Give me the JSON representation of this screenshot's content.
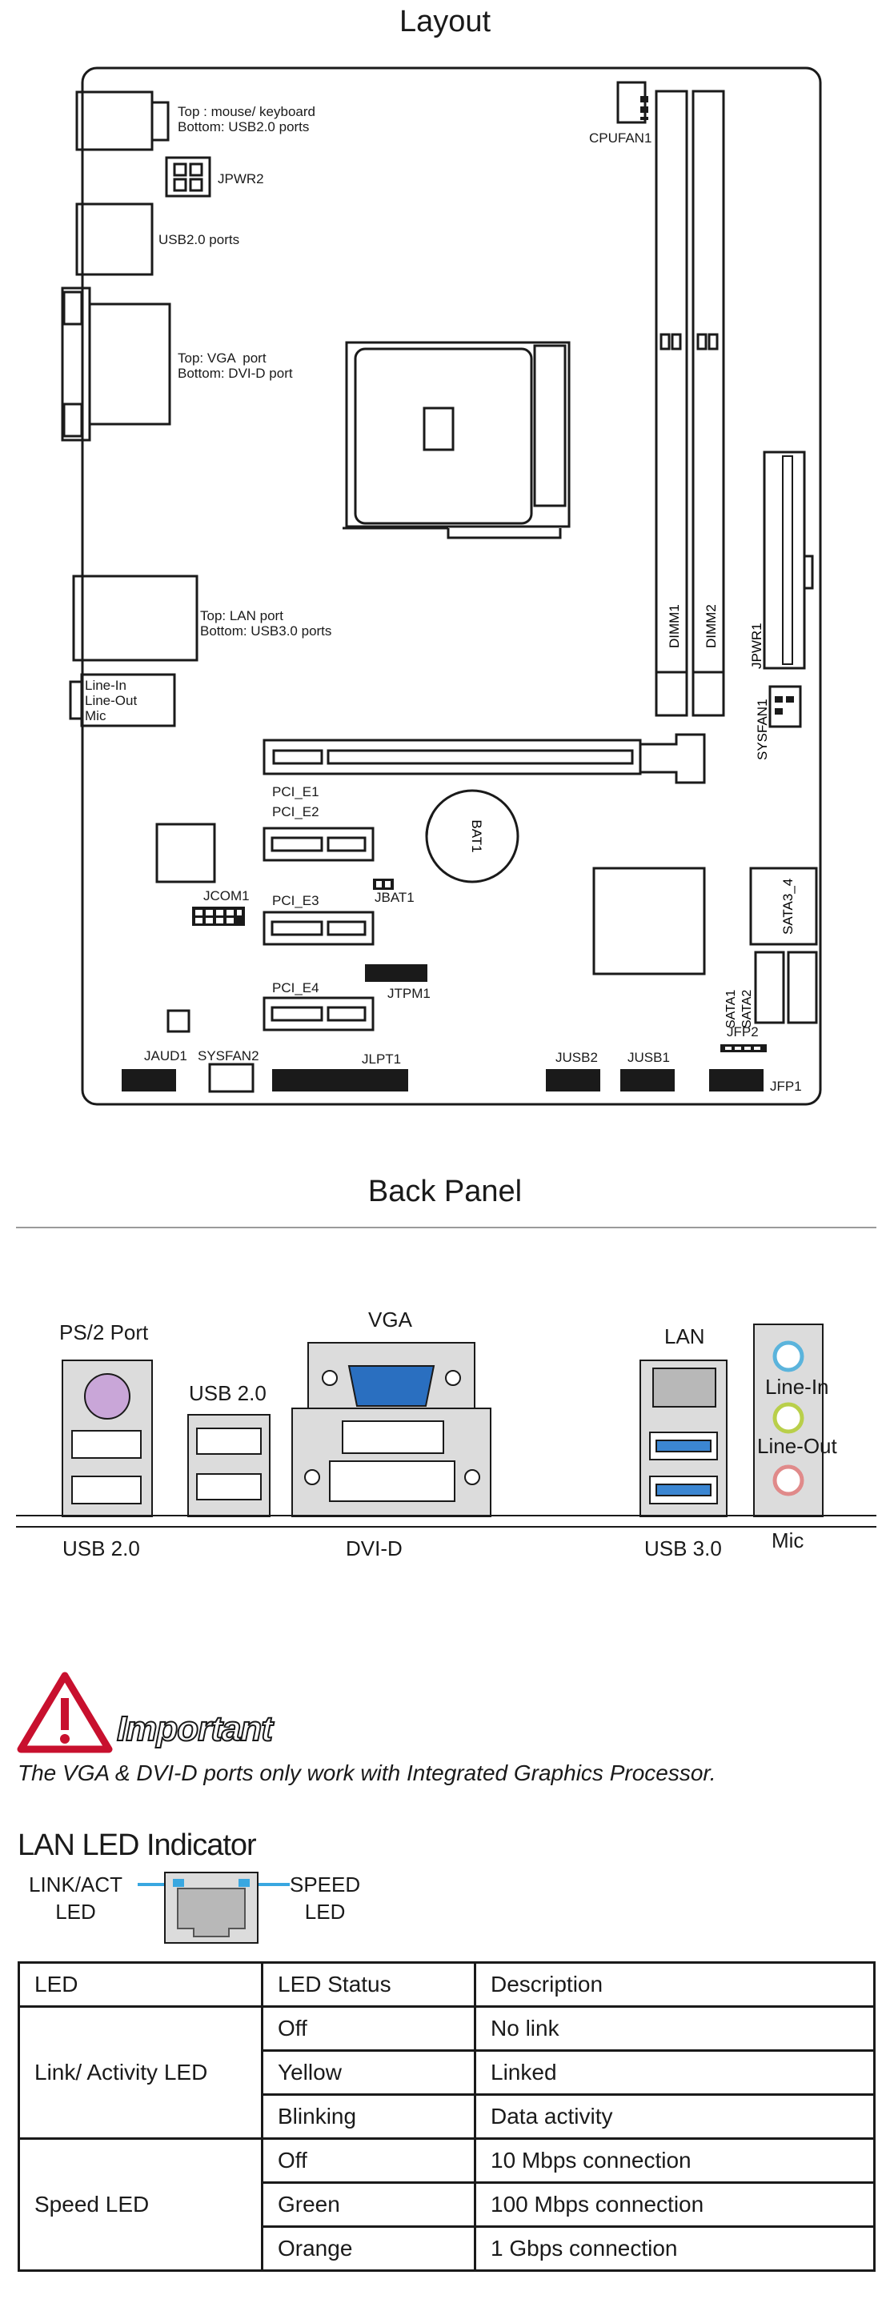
{
  "layout": {
    "title": "Layout",
    "labels": {
      "ps2_usb": "Top : mouse/ keyboard\nBottom: USB2.0 ports",
      "jpwr2": "JPWR2",
      "usb20": "USB2.0 ports",
      "vga_dvi": "Top: VGA  port\nBottom: DVI-D port",
      "lan_usb3": "Top: LAN port\nBottom: USB3.0 ports",
      "audio": "Line-In\nLine-Out\nMic",
      "cpufan1": "CPUFAN1",
      "dimm1": "DIMM1",
      "dimm2": "DIMM2",
      "jpwr1": "JPWR1",
      "sysfan1": "SYSFAN1",
      "pci_e1": "PCI_E1",
      "pci_e2": "PCI_E2",
      "pci_e3": "PCI_E3",
      "pci_e4": "PCI_E4",
      "bat1": "BAT1",
      "jbat1": "JBAT1",
      "jcom1": "JCOM1",
      "jtpm1": "JTPM1",
      "sata3_4": "SATA3_4",
      "sata1": "SATA1",
      "sata2": "SATA2",
      "jfp2": "JFP2",
      "jfp1": "JFP1",
      "jaud1": "JAUD1",
      "sysfan2": "SYSFAN2",
      "jlpt1": "JLPT1",
      "jusb2": "JUSB2",
      "jusb1": "JUSB1"
    }
  },
  "back_panel": {
    "title": "Back Panel",
    "ps2_port": "PS/2 Port",
    "usb20_top": "USB 2.0",
    "vga": "VGA",
    "lan": "LAN",
    "line_in": "Line-In",
    "line_out": "Line-Out",
    "usb20_bottom": "USB 2.0",
    "dvi_d": "DVI-D",
    "usb30": "USB 3.0",
    "mic": "Mic"
  },
  "important": {
    "heading": "Important",
    "text": "The VGA & DVI-D ports only work with Integrated Graphics Processor."
  },
  "lan_led": {
    "title": "LAN LED Indicator",
    "link_label": "LINK/ACT\nLED",
    "speed_label": "SPEED\nLED"
  },
  "led_table": {
    "headers": [
      "LED",
      "LED Status",
      "Description"
    ],
    "groups": [
      {
        "name": "Link/ Activity LED",
        "rows": [
          {
            "status": "Off",
            "description": "No link"
          },
          {
            "status": "Yellow",
            "description": "Linked"
          },
          {
            "status": "Blinking",
            "description": "Data activity"
          }
        ]
      },
      {
        "name": "Speed LED",
        "rows": [
          {
            "status": "Off",
            "description": "10 Mbps connection"
          },
          {
            "status": "Green",
            "description": "100 Mbps connection"
          },
          {
            "status": "Orange",
            "description": "1 Gbps connection"
          }
        ]
      }
    ]
  },
  "colors": {
    "ps2_port": "#c9a6d8",
    "vga_port": "#2a6fc0",
    "usb3_port": "#3b86d2",
    "line_in_jack": "#5bb4dc",
    "line_out_jack": "#b9cf4a",
    "mic_jack": "#e08a8a",
    "important_icon": "#c8102e",
    "led_indicator": "#39a7e0"
  }
}
